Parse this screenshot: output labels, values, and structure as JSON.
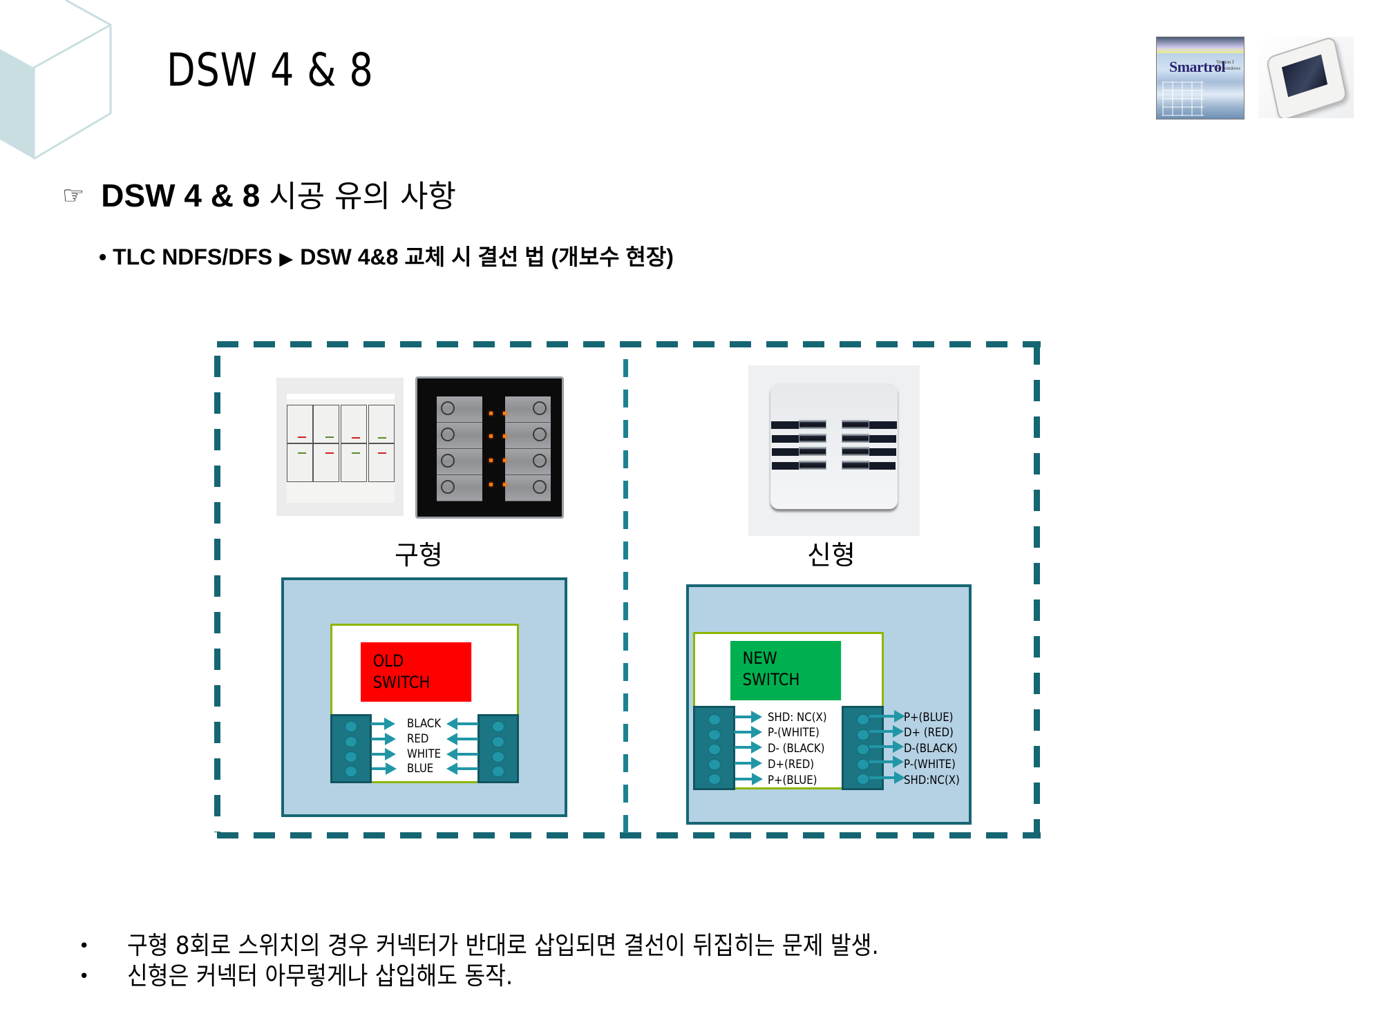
{
  "slide": {
    "title": "DSW 4 & 8",
    "thumbnails": [
      {
        "name": "smartrol-software-cover",
        "brand": "Smartrol",
        "version_text": "Version I",
        "sub_text": "for windows"
      },
      {
        "name": "touch-panel-photo"
      }
    ]
  },
  "heading": {
    "icon": "pointing-hand-icon",
    "icon_glyph": "☞",
    "bold_text": "DSW 4 & 8",
    "text": "시공 유의 사항"
  },
  "subheading": {
    "bullet": "•",
    "from": "TLC NDFS/DFS",
    "arrow_glyph": "▶",
    "to_text": "DSW 4&8 교체 시 결선 법 (개보수 현장)"
  },
  "diagram": {
    "frame_color": "#156672",
    "old": {
      "label": "구형",
      "switch_tag": [
        "OLD",
        "SWITCH"
      ],
      "tag_color": "#ff0000",
      "wires": [
        "BLACK",
        "RED",
        "WHITE",
        "BLUE"
      ],
      "pin_count": 4
    },
    "new": {
      "label": "신형",
      "switch_tag": [
        "NEW",
        "SWITCH"
      ],
      "tag_color": "#00b050",
      "left_wires": [
        "SHD: NC(X)",
        "P-(WHITE)",
        "D-  (BLACK)",
        "D+(RED)",
        "P+(BLUE)"
      ],
      "right_wires": [
        "P+(BLUE)",
        "D+  (RED)",
        "D-(BLACK)",
        "P-(WHITE)",
        "SHD:NC(X)"
      ],
      "pin_count": 5
    },
    "colors": {
      "outer_fill": "#b5d1e4",
      "inner_border": "#8db600",
      "connector": "#1c7583",
      "arrow": "#2196a6"
    }
  },
  "notes": [
    {
      "bullet": "•",
      "text": "구형 8회로 스위치의 경우 커넥터가 반대로 삽입되면 결선이 뒤집히는 문제 발생."
    },
    {
      "bullet": "•",
      "text": "신형은 커넥터 아무렇게나 삽입해도 동작."
    }
  ]
}
